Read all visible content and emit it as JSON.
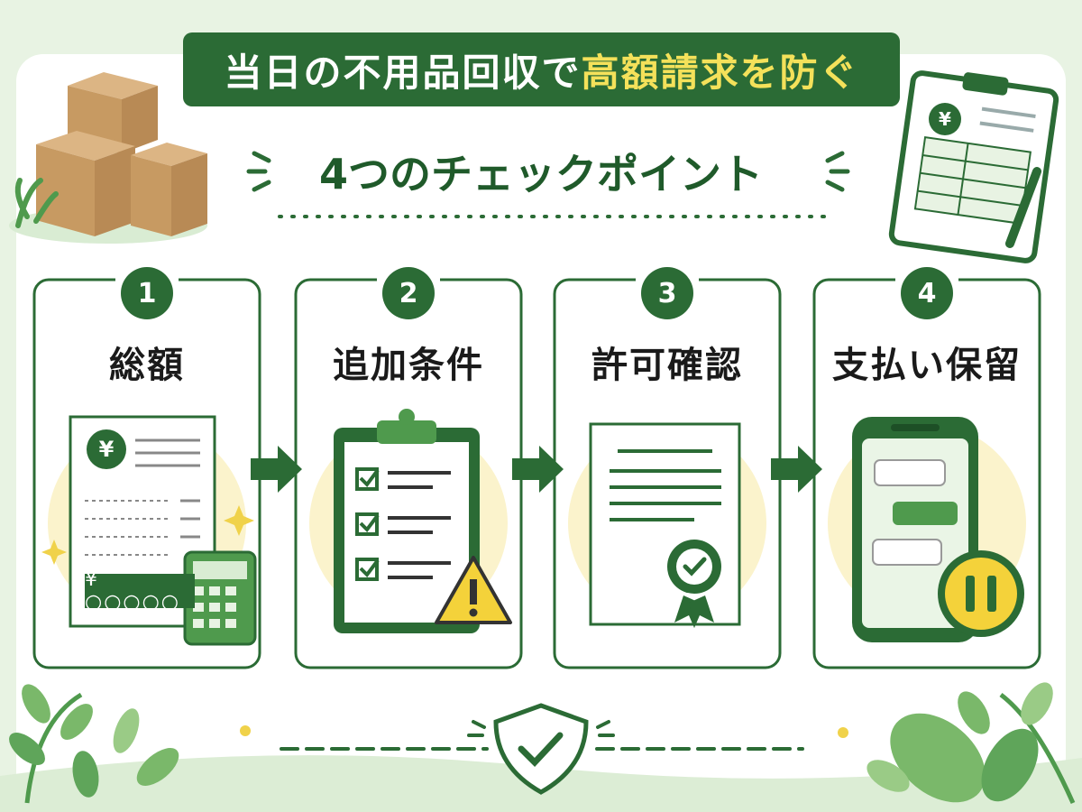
{
  "title": {
    "main": "当日の不用品回収で",
    "accent": "高額請求を防ぐ"
  },
  "subtitle": "4つのチェックポイント",
  "steps": [
    {
      "number": "1",
      "title": "総額",
      "amount": "¥ ○○○○○",
      "yen": "¥"
    },
    {
      "number": "2",
      "title": "追加条件"
    },
    {
      "number": "3",
      "title": "許可確認"
    },
    {
      "number": "4",
      "title": "支払い保留"
    }
  ],
  "clipboard_yen": "¥",
  "colors": {
    "primary_green": "#2b6b35",
    "accent_yellow": "#f4e15a",
    "background": "#e8f3e3",
    "card_border": "#2b6b35"
  },
  "icons": [
    "boxes-icon",
    "invoice-clipboard-icon",
    "receipt-icon",
    "calculator-icon",
    "checklist-clipboard-icon",
    "warning-icon",
    "certificate-icon",
    "seal-check-icon",
    "smartphone-chat-icon",
    "pause-icon",
    "shield-check-icon",
    "arrow-right-icon",
    "leaf-icon",
    "sparkle-icon"
  ]
}
